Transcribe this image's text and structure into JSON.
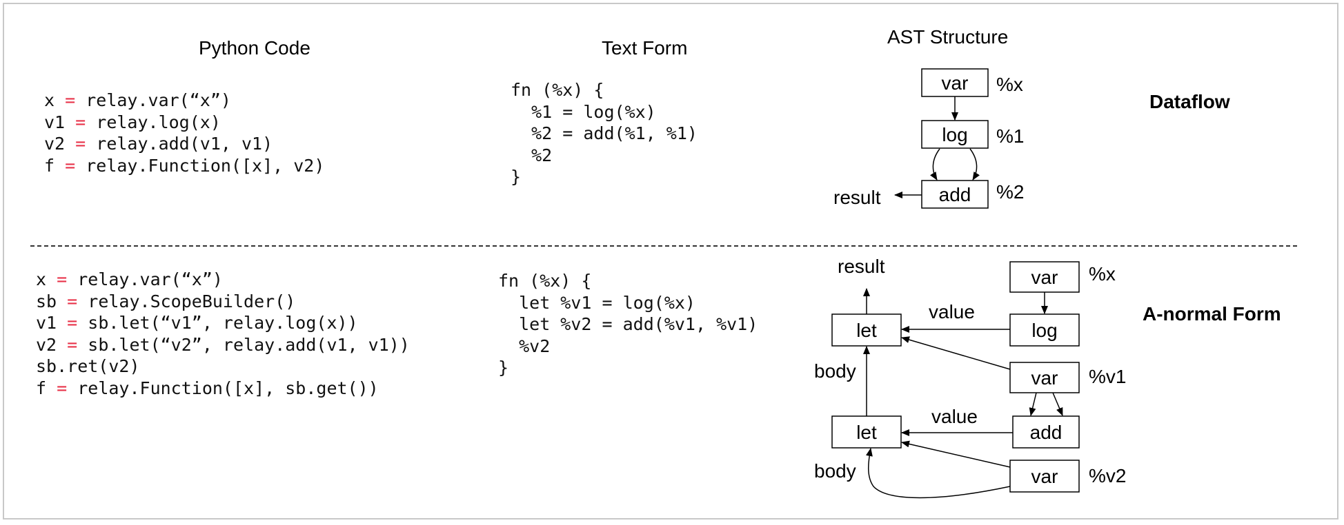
{
  "headings": {
    "python": "Python Code",
    "text": "Text Form",
    "ast": "AST Structure"
  },
  "labels": {
    "dataflow": "Dataflow",
    "anf": "A-normal Form"
  },
  "top": {
    "python": [
      {
        "lhs": "x",
        "rhs": "relay.var(“x”)"
      },
      {
        "lhs": "v1",
        "rhs": "relay.log(x)"
      },
      {
        "lhs": "v2",
        "rhs": "relay.add(v1, v1)"
      },
      {
        "lhs": "f",
        "rhs": "relay.Function([x], v2)"
      }
    ],
    "text": [
      "fn (%x) {",
      "  %1 = log(%x)",
      "  %2 = add(%1, %1)",
      "  %2",
      "}"
    ],
    "ast": {
      "nodes": [
        {
          "label": "var",
          "tag": "%x"
        },
        {
          "label": "log",
          "tag": "%1"
        },
        {
          "label": "add",
          "tag": "%2"
        }
      ],
      "result": "result"
    }
  },
  "bottom": {
    "python": [
      {
        "lhs": "x",
        "rhs": "relay.var(“x”)"
      },
      {
        "lhs": "sb",
        "rhs": "relay.ScopeBuilder()"
      },
      {
        "lhs": "v1",
        "rhs": "sb.let(“v1”, relay.log(x))"
      },
      {
        "lhs": "v2",
        "rhs": "sb.let(“v2”, relay.add(v1, v1))"
      },
      {
        "lhs": "",
        "rhs": "sb.ret(v2)"
      },
      {
        "lhs": "f",
        "rhs": "relay.Function([x], sb.get())"
      }
    ],
    "text": [
      "fn (%x) {",
      "  let %v1 = log(%x)",
      "  let %v2 = add(%v1, %v1)",
      "  %v2",
      "}"
    ],
    "ast": {
      "result": "result",
      "let1": "let",
      "let2": "let",
      "value1": "value",
      "value2": "value",
      "body1": "body",
      "body2": "body",
      "var_x": {
        "label": "var",
        "tag": "%x"
      },
      "log": {
        "label": "log"
      },
      "var_v1": {
        "label": "var",
        "tag": "%v1"
      },
      "add": {
        "label": "add"
      },
      "var_v2": {
        "label": "var",
        "tag": "%v2"
      }
    }
  }
}
